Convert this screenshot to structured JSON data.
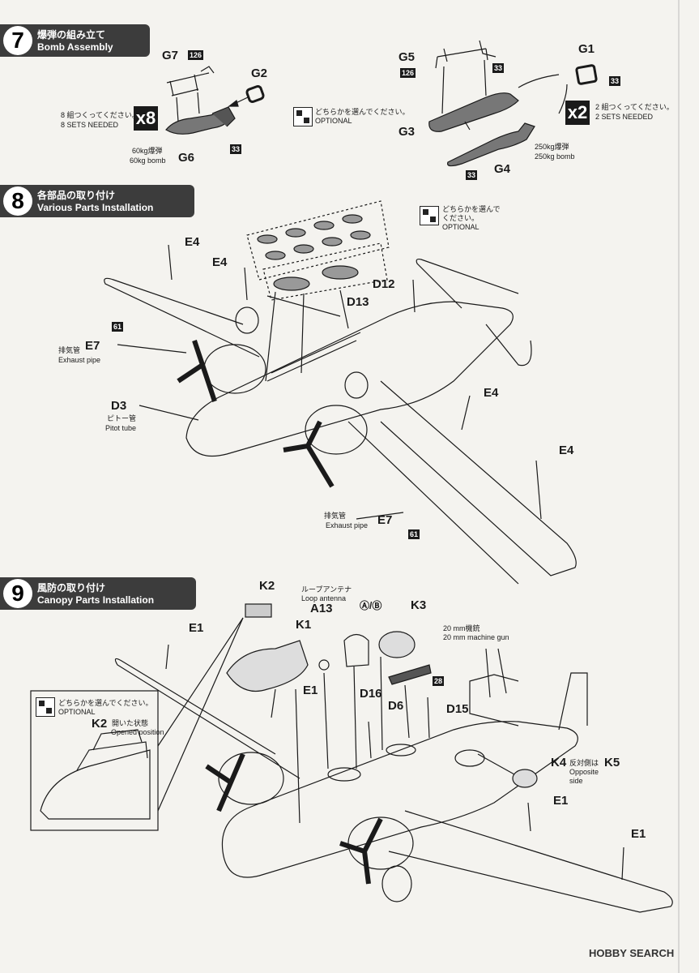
{
  "step7": {
    "number": "7",
    "title_jp": "爆弾の組み立て",
    "title_en": "Bomb Assembly",
    "parts": {
      "g7": "G7",
      "g2": "G2",
      "g6": "G6",
      "g5": "G5",
      "g1": "G1",
      "g3": "G3",
      "g4": "G4"
    },
    "codes": {
      "c126a": "126",
      "c33a": "33",
      "c126b": "126",
      "c33b": "33",
      "c33c": "33",
      "c33d": "33"
    },
    "sets8_jp": "8 組つくってください。",
    "sets8_en": "8 SETS NEEDED",
    "x8": "x8",
    "optional_jp": "どちらかを選んでください。",
    "optional_en": "OPTIONAL",
    "sets2_jp": "2 組つくってください。",
    "sets2_en": "2 SETS NEEDED",
    "x2": "x2",
    "bomb60_jp": "60kg爆弾",
    "bomb60_en": "60kg bomb",
    "bomb250_jp": "250kg爆弾",
    "bomb250_en": "250kg bomb"
  },
  "step8": {
    "number": "8",
    "title_jp": "各部品の取り付け",
    "title_en": "Various Parts Installation",
    "optional_jp1": "どちらかを選んで",
    "optional_jp2": "ください。",
    "optional_en": "OPTIONAL",
    "parts": {
      "e4a": "E4",
      "e4b": "E4",
      "e4c": "E4",
      "e4d": "E4",
      "d12": "D12",
      "d13": "D13",
      "e7a": "E7",
      "e7b": "E7",
      "d3": "D3"
    },
    "codes": {
      "c61a": "61",
      "c61b": "61"
    },
    "exhaust_jp": "排気管",
    "exhaust_en": "Exhaust pipe",
    "exhaust2_jp": "排気管",
    "exhaust2_en": "Exhaust pipe",
    "pitot_jp": "ピトー管",
    "pitot_en": "Pitot tube"
  },
  "step9": {
    "number": "9",
    "title_jp": "風防の取り付け",
    "title_en": "Canopy Parts Installation",
    "parts": {
      "k2": "K2",
      "k1": "K1",
      "a13": "A13",
      "ab": "Ⓐ/Ⓑ",
      "k3": "K3",
      "e1a": "E1",
      "e1b": "E1",
      "e1c": "E1",
      "e1d": "E1",
      "d16": "D16",
      "d6": "D6",
      "d15": "D15",
      "k4": "K4",
      "k5": "K5",
      "k2open": "K2"
    },
    "codes": {
      "c28": "28"
    },
    "loop_jp": "ループアンテナ",
    "loop_en": "Loop antenna",
    "mg_jp": "20 mm機銃",
    "mg_en": "20 mm machine gun",
    "optional_jp": "どちらかを選んでください。",
    "optional_en": "OPTIONAL",
    "opened_jp": "開いた状態",
    "opened_en": "Opened position",
    "opposite_jp": "反対側は",
    "opposite_en1": "Opposite",
    "opposite_en2": "side"
  },
  "watermark": "HOBBY SEARCH"
}
